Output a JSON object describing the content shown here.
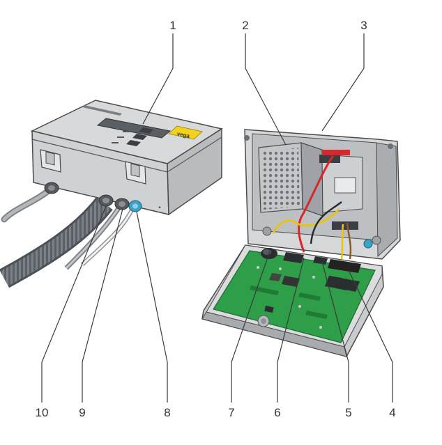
{
  "callouts": {
    "n1": "1",
    "n2": "2",
    "n3": "3",
    "n4": "4",
    "n5": "5",
    "n6": "6",
    "n7": "7",
    "n8": "8",
    "n9": "9",
    "n10": "10"
  },
  "device": {
    "logo_text": "vega"
  },
  "colors": {
    "housing": "#d3d5d7",
    "housing_shadow": "#a9acaf",
    "outline": "#4a4a4a",
    "pcb": "#2e9e48",
    "logo": "#f2d21b",
    "display": "#5a5f63",
    "power_supply": "#c4c7ca",
    "cable_red": "#d8262b",
    "cable_yellow": "#e6c21a",
    "connector_blue": "#3aa3c8",
    "leader_line": "#3a3a3a"
  }
}
